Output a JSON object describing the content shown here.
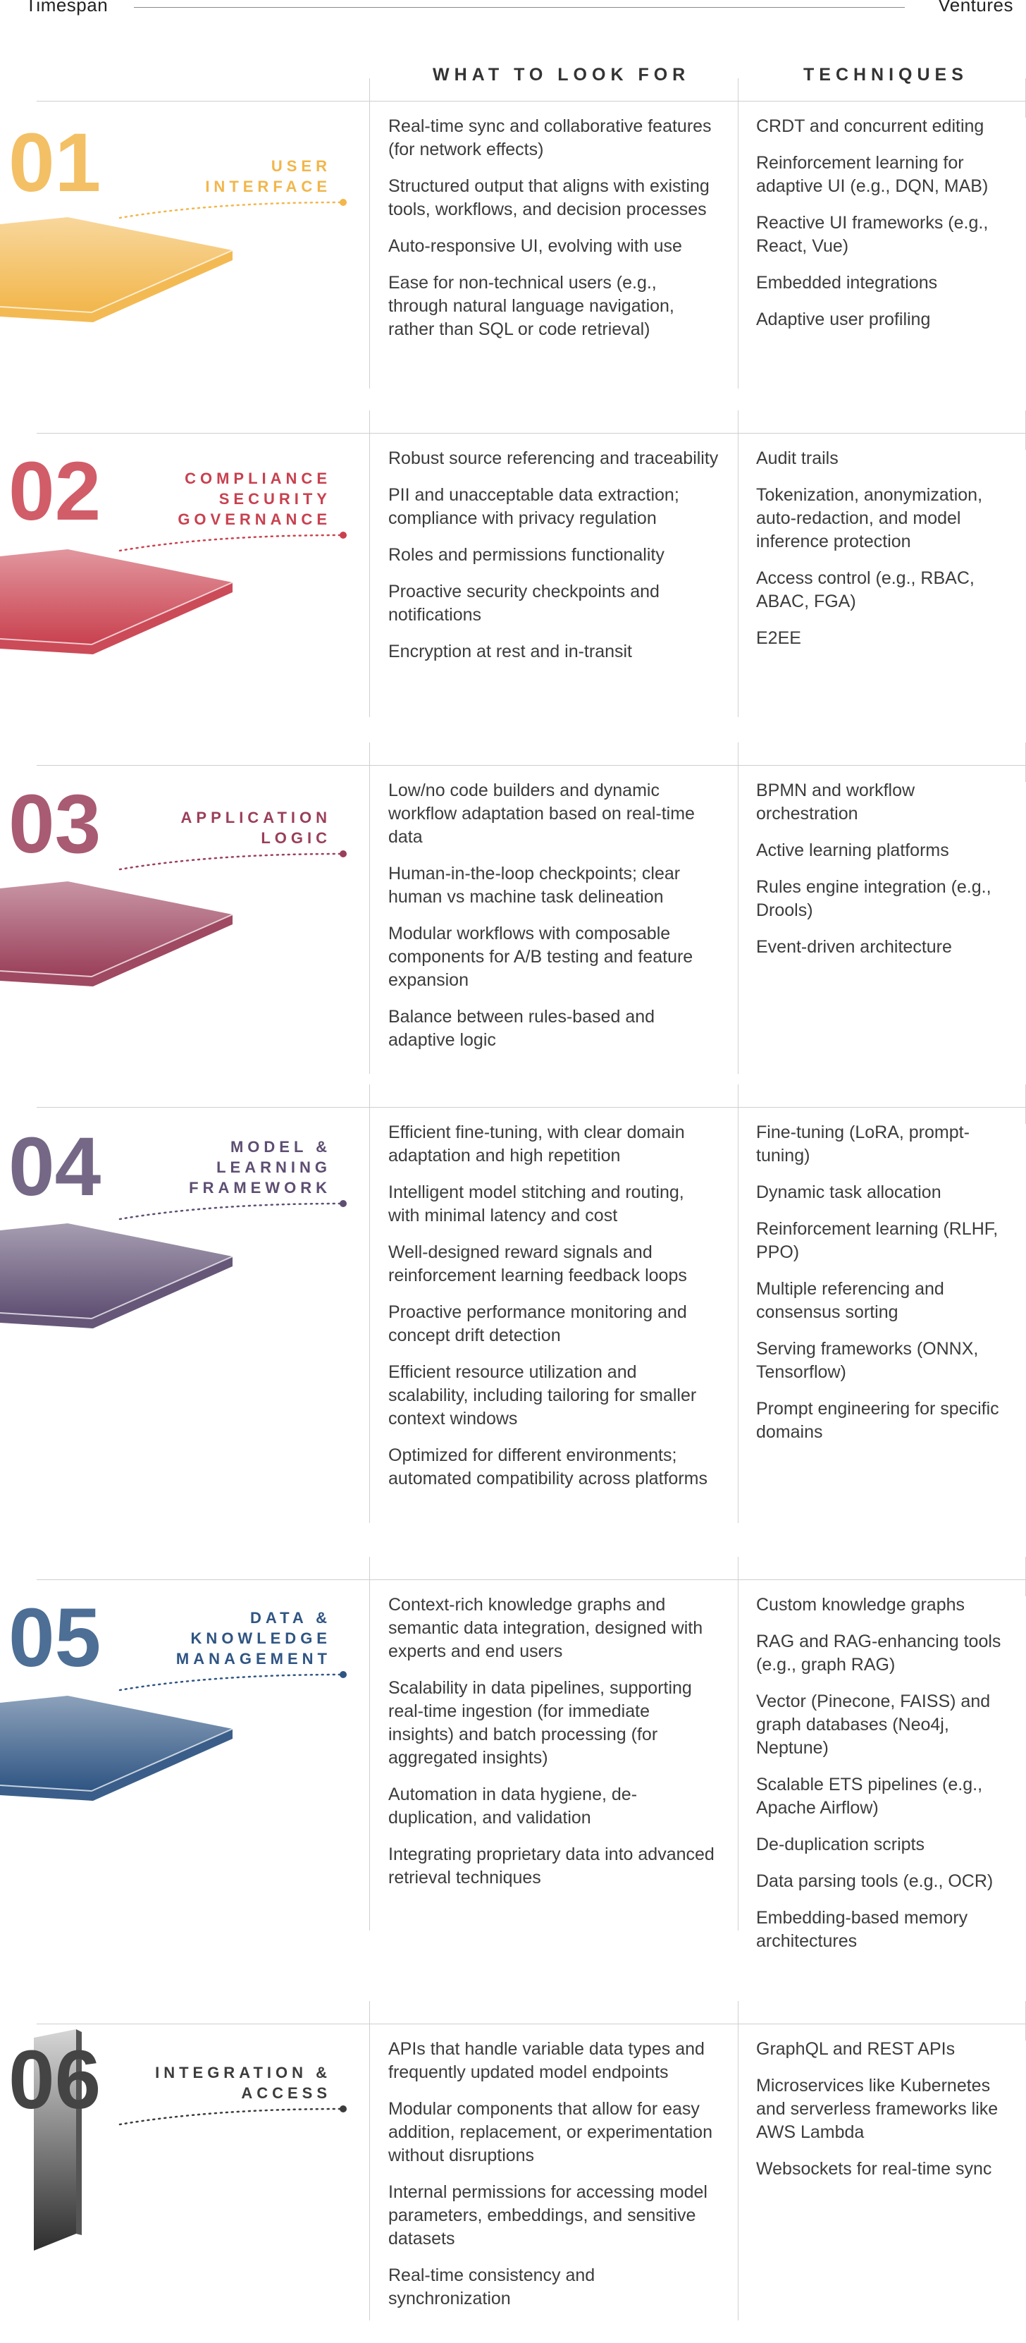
{
  "header": {
    "brand_left": "Timespan",
    "brand_right": "Ventures"
  },
  "columns": {
    "what": "WHAT TO LOOK FOR",
    "techniques": "TECHNIQUES"
  },
  "sections": [
    {
      "number": "01",
      "label_lines": [
        "USER",
        "INTERFACE"
      ],
      "accent": "#f2b64b",
      "what": [
        "Real-time sync and collaborative features (for network effects)",
        "Structured output that aligns with existing tools, workflows, and decision processes",
        "Auto-responsive UI, evolving with use",
        "Ease for non-technical users (e.g., through natural language navigation, rather than SQL or code retrieval)"
      ],
      "techniques": [
        "CRDT and concurrent editing",
        "Reinforcement learning for adaptive UI (e.g., DQN, MAB)",
        "Reactive UI frameworks (e.g., React, Vue)",
        "Embedded integrations",
        "Adaptive user profiling"
      ]
    },
    {
      "number": "02",
      "label_lines": [
        "COMPLIANCE",
        "SECURITY",
        "GOVERNANCE"
      ],
      "accent": "#c9414f",
      "what": [
        "Robust source referencing and traceability",
        "PII and unacceptable data extraction; compliance with privacy regulation",
        "Roles and permissions functionality",
        "Proactive security checkpoints and notifications",
        "Encryption at rest and in-transit"
      ],
      "techniques": [
        "Audit trails",
        "Tokenization, anonymization, auto-redaction, and model inference protection",
        "Access control (e.g., RBAC, ABAC, FGA)",
        "E2EE"
      ]
    },
    {
      "number": "03",
      "label_lines": [
        "APPLICATION",
        "LOGIC"
      ],
      "accent": "#9a3f5a",
      "what": [
        "Low/no code builders and dynamic workflow adaptation based on real-time data",
        "Human-in-the-loop checkpoints; clear human vs machine task delineation",
        "Modular workflows with composable components for A/B testing and feature expansion",
        "Balance between rules-based and adaptive logic"
      ],
      "techniques": [
        "BPMN and workflow orchestration",
        "Active learning platforms",
        "Rules engine integration (e.g., Drools)",
        "Event-driven architecture"
      ]
    },
    {
      "number": "04",
      "label_lines": [
        "MODEL &",
        "LEARNING",
        "FRAMEWORK"
      ],
      "accent": "#5e4e72",
      "what": [
        "Efficient fine-tuning, with clear domain adaptation and high repetition",
        "Intelligent model stitching and routing, with minimal latency and cost",
        "Well-designed reward signals and reinforcement learning feedback loops",
        "Proactive performance monitoring and concept drift detection",
        "Efficient resource utilization and scalability, including tailoring for smaller context windows",
        "Optimized for different environments; automated compatibility across platforms"
      ],
      "techniques": [
        "Fine-tuning (LoRA, prompt-tuning)",
        "Dynamic task allocation",
        "Reinforcement learning (RLHF, PPO)",
        "Multiple referencing and consensus sorting",
        "Serving frameworks (ONNX, Tensorflow)",
        "Prompt engineering for specific domains"
      ]
    },
    {
      "number": "05",
      "label_lines": [
        "DATA &",
        "KNOWLEDGE",
        "MANAGEMENT"
      ],
      "accent": "#2f5583",
      "what": [
        "Context-rich knowledge graphs and semantic data integration, designed with experts and end users",
        "Scalability in data pipelines, supporting real-time ingestion (for immediate insights) and batch processing (for aggregated insights)",
        "Automation in data hygiene, de-duplication, and validation",
        "Integrating proprietary data into advanced retrieval techniques"
      ],
      "techniques": [
        "Custom knowledge graphs",
        "RAG and RAG-enhancing tools (e.g., graph RAG)",
        "Vector (Pinecone, FAISS) and graph databases (Neo4j, Neptune)",
        "Scalable ETS pipelines (e.g., Apache Airflow)",
        "De-duplication scripts",
        "Data parsing tools (e.g., OCR)",
        "Embedding-based memory architectures"
      ]
    },
    {
      "number": "06",
      "label_lines": [
        "INTEGRATION &",
        "ACCESS"
      ],
      "accent": "#3c3c3c",
      "what": [
        "APIs that handle variable data types and frequently updated model endpoints",
        "Modular components that allow for easy addition, replacement, or experimentation without disruptions",
        "Internal permissions for accessing model parameters, embeddings, and sensitive datasets",
        "Real-time consistency and synchronization"
      ],
      "techniques": [
        "GraphQL and REST APIs",
        "Microservices like Kubernetes and serverless frameworks like AWS Lambda",
        "Websockets for real-time sync"
      ]
    }
  ]
}
